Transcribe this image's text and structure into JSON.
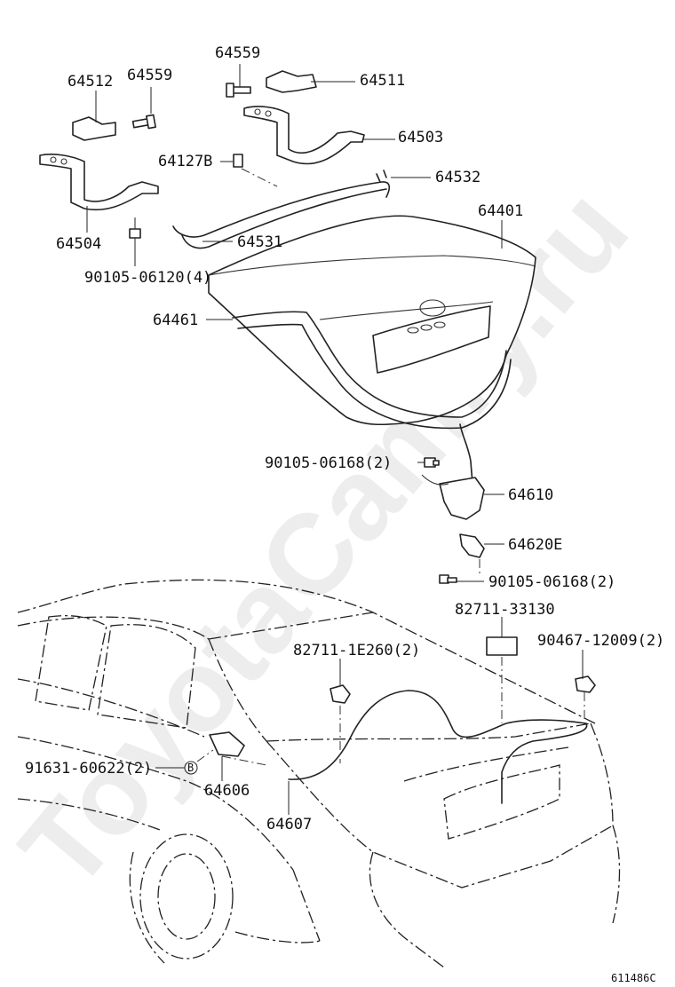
{
  "watermark": "ToyotaCamry.ru",
  "reference_code": "611486C",
  "part_labels": {
    "p64559_top": "64559",
    "p64511": "64511",
    "p64512": "64512",
    "p64559_left": "64559",
    "p64503": "64503",
    "p64127B": "64127B",
    "p64532": "64532",
    "p64401": "64401",
    "p64504": "64504",
    "p64531": "64531",
    "p90105_06120": "90105-06120(4)",
    "p64461": "64461",
    "p90105_06168_a": "90105-06168(2)",
    "p64610": "64610",
    "p64620E": "64620E",
    "p90105_06168_b": "90105-06168(2)",
    "p82711_33130": "82711-33130",
    "p90467_12009": "90467-12009(2)",
    "p82711_1E260": "82711-1E260(2)",
    "p91631_60622": "91631-60622(2)",
    "p64606": "64606",
    "p64607": "64607",
    "ref_b": "B"
  }
}
